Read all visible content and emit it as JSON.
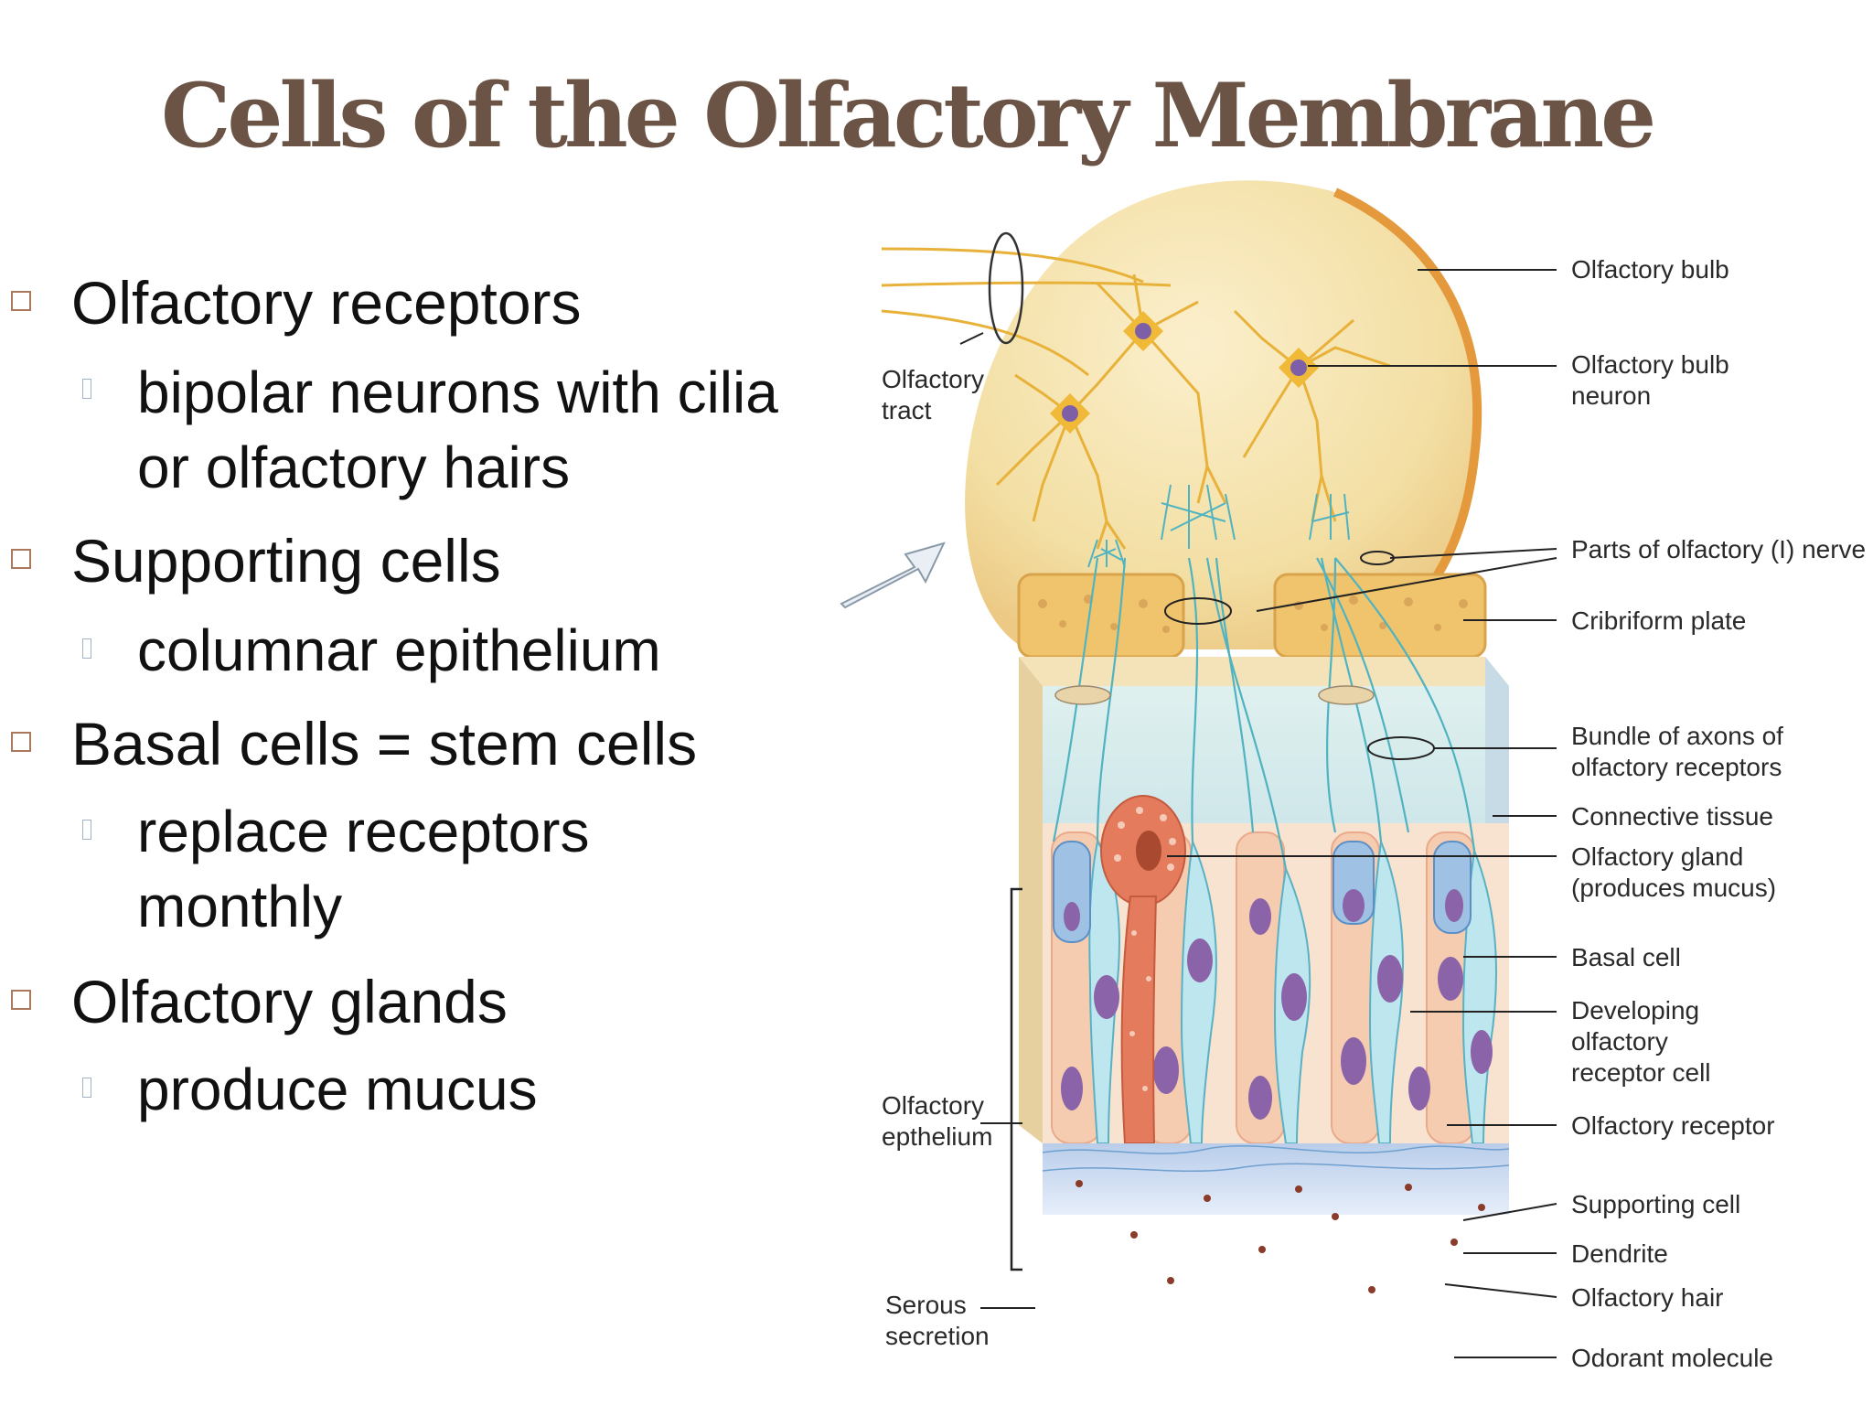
{
  "slide": {
    "title": "Cells of the Olfactory Membrane",
    "bullets": [
      {
        "text": "Olfactory receptors",
        "sub": [
          "bipolar neurons with cilia",
          "or olfactory hairs"
        ]
      },
      {
        "text": "Supporting cells",
        "sub": [
          "columnar epithelium"
        ]
      },
      {
        "text": "Basal cells = stem cells",
        "sub": [
          "replace receptors",
          "monthly"
        ]
      },
      {
        "text": "Olfactory glands",
        "sub": [
          "produce mucus"
        ]
      }
    ]
  },
  "diagram": {
    "left_labels": {
      "olfactory_tract": [
        "Olfactory",
        "tract"
      ],
      "olfactory_epithelium": [
        "Olfactory",
        "epthelium"
      ],
      "serous_secretion": [
        "Serous",
        "secretion"
      ]
    },
    "right_labels": {
      "olfactory_bulb": [
        "Olfactory bulb"
      ],
      "olfactory_bulb_neuron": [
        "Olfactory bulb",
        "neuron"
      ],
      "olfactory_nerve": [
        "Parts of olfactory (I) nerve"
      ],
      "cribriform_plate": [
        "Cribriform plate"
      ],
      "axon_bundle": [
        "Bundle of axons of",
        "olfactory receptors"
      ],
      "connective_tissue": [
        "Connective tissue"
      ],
      "olfactory_gland": [
        "Olfactory gland",
        "(produces mucus)"
      ],
      "basal_cell": [
        "Basal cell"
      ],
      "developing_receptor": [
        "Developing",
        "olfactory",
        "receptor cell"
      ],
      "olfactory_receptor": [
        "Olfactory receptor"
      ],
      "supporting_cell": [
        "Supporting cell"
      ],
      "dendrite": [
        "Dendrite"
      ],
      "olfactory_hair": [
        "Olfactory hair"
      ],
      "odorant_molecule": [
        "Odorant molecule"
      ]
    },
    "colors": {
      "title": "#6b5446",
      "bulb": "#f3dfa4",
      "bulb_rim": "#e49a3c",
      "neuron": "#e8b23a",
      "axon": "#4fb3c2",
      "bone": "#f0c46d",
      "receptor_cell": "#bde6ee",
      "supporting_cell": "#f6ccb0",
      "nucleus": "#8b63a8",
      "gland": "#e37b5c",
      "mucus": "#c9d9f0"
    }
  }
}
